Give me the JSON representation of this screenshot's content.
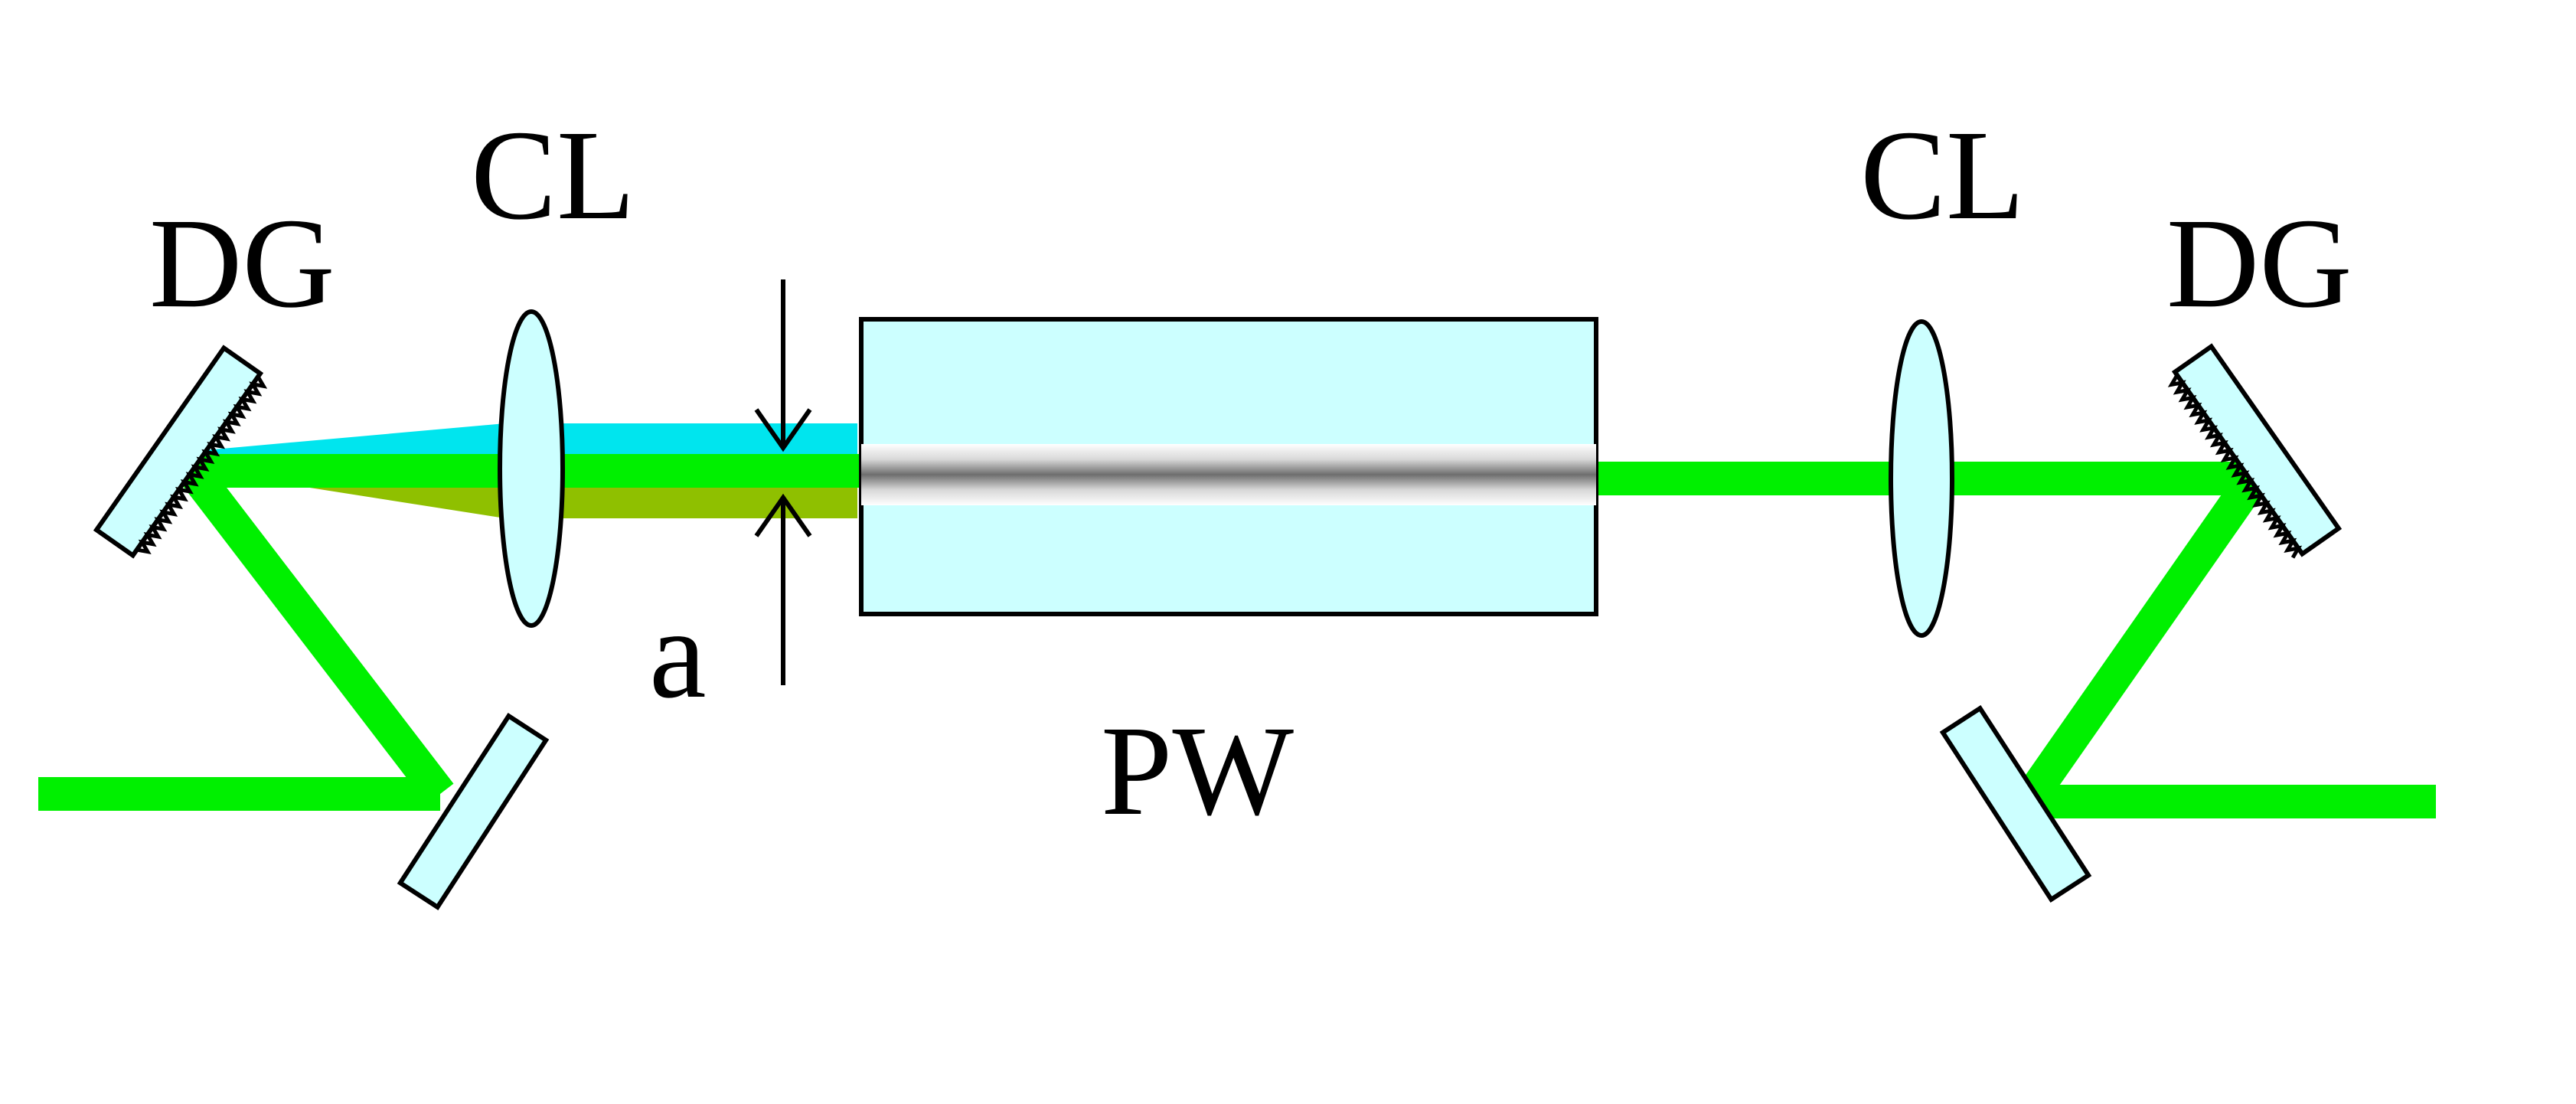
{
  "labels": {
    "dg_left": "DG",
    "cl_left": "CL",
    "a": "a",
    "pw": "PW",
    "cl_right": "CL",
    "dg_right": "DG"
  },
  "colors": {
    "beam": "#00f000",
    "beam_cyan": "#00e5ee",
    "beam_olive": "#8fc000",
    "component_fill": "#ccffff",
    "outline": "#000000",
    "waveguide_core": "#7a7a7a"
  }
}
